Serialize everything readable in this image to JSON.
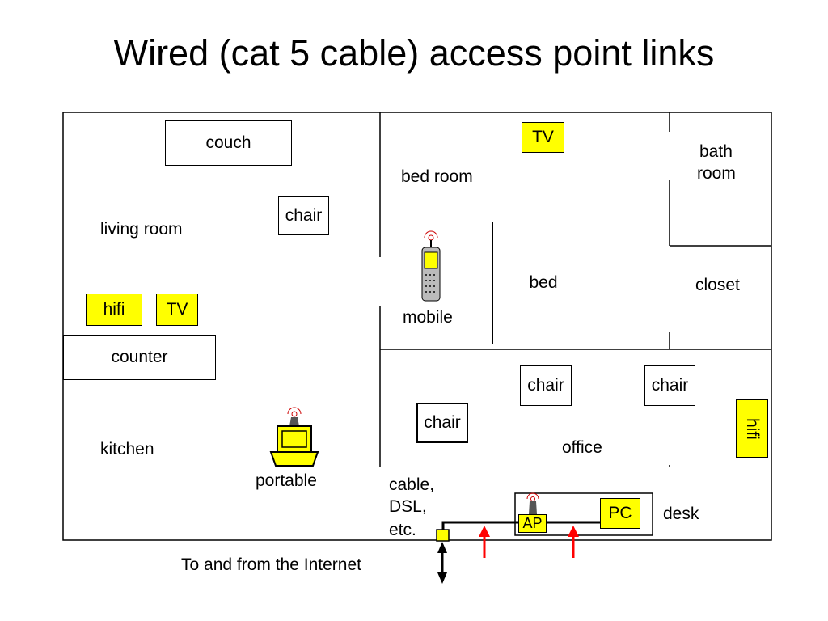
{
  "title": "Wired (cat 5 cable) access point links",
  "rooms": {
    "living_room": "living room",
    "kitchen": "kitchen",
    "bed_room": "bed room",
    "bath_room_line1": "bath",
    "bath_room_line2": "room",
    "closet": "closet",
    "office": "office"
  },
  "furniture": {
    "couch": "couch",
    "chair_living": "chair",
    "counter": "counter",
    "bed": "bed",
    "chair_office_1": "chair",
    "chair_office_2": "chair",
    "chair_office_3": "chair",
    "desk": "desk"
  },
  "devices": {
    "hifi_living": "hifi",
    "tv_living": "TV",
    "tv_bedroom": "TV",
    "hifi_office": "hifi",
    "mobile": "mobile",
    "portable": "portable",
    "pc": "PC",
    "ap": "AP"
  },
  "connection": {
    "line1": "cable,",
    "line2": "DSL,",
    "line3": "etc."
  },
  "caption": "To and from the Internet",
  "colors": {
    "device_fill": "#ffff00",
    "arrow_red": "#ff0000",
    "line": "#000000"
  }
}
